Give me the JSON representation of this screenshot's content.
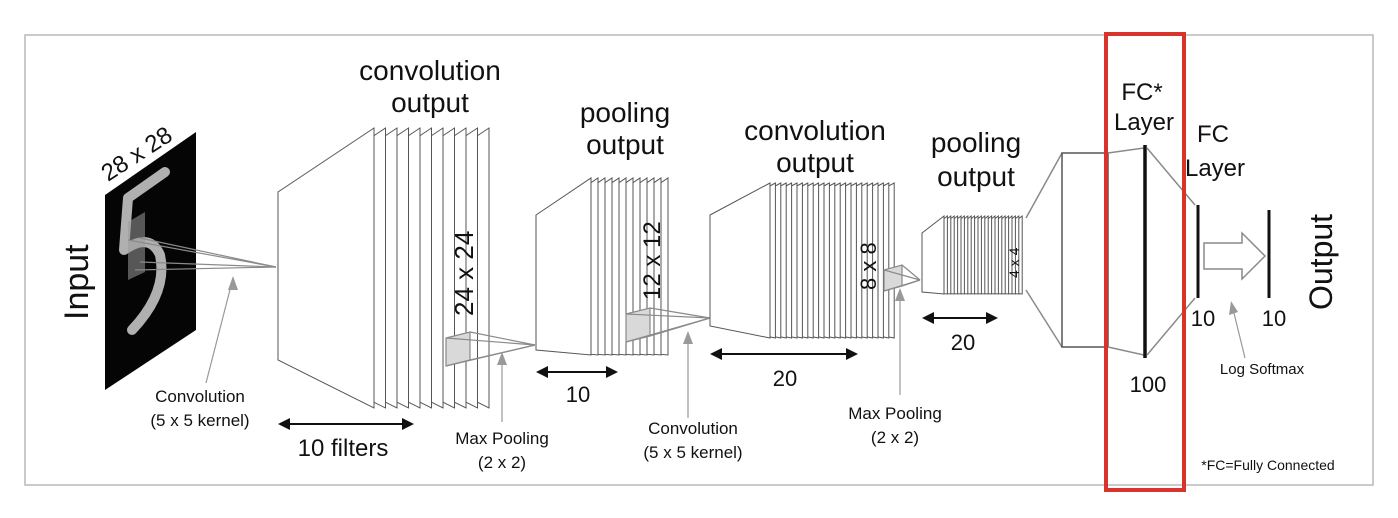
{
  "diagram": {
    "input": {
      "size_label": "28 x 28",
      "side_label": "Input"
    },
    "conv1": {
      "title_line1": "convolution",
      "title_line2": "output",
      "size_label": "24 x 24",
      "filters_label": "10 filters",
      "op_line1": "Convolution",
      "op_line2": "(5 x 5 kernel)"
    },
    "pool1": {
      "title_line1": "pooling",
      "title_line2": "output",
      "size_label": "12 x 12",
      "depth_label": "10",
      "op_line1": "Max Pooling",
      "op_line2": "(2 x 2)"
    },
    "conv2": {
      "title_line1": "convolution",
      "title_line2": "output",
      "size_label": "8 x 8",
      "depth_label": "20",
      "op_line1": "Convolution",
      "op_line2": "(5 x 5 kernel)"
    },
    "pool2": {
      "title_line1": "pooling",
      "title_line2": "output",
      "size_label": "4 x 4",
      "depth_label": "20",
      "op_line1": "Max Pooling",
      "op_line2": "(2 x 2)"
    },
    "fc1": {
      "title_line1": "FC*",
      "title_line2": "Layer",
      "units_label": "100"
    },
    "fc2": {
      "title_line1": "FC",
      "title_line2": "Layer",
      "units_label": "10"
    },
    "output": {
      "units_label": "10",
      "side_label": "Output",
      "op_label": "Log Softmax"
    },
    "footnote": "*FC=Fully Connected",
    "highlight_color": "#d9342b"
  }
}
